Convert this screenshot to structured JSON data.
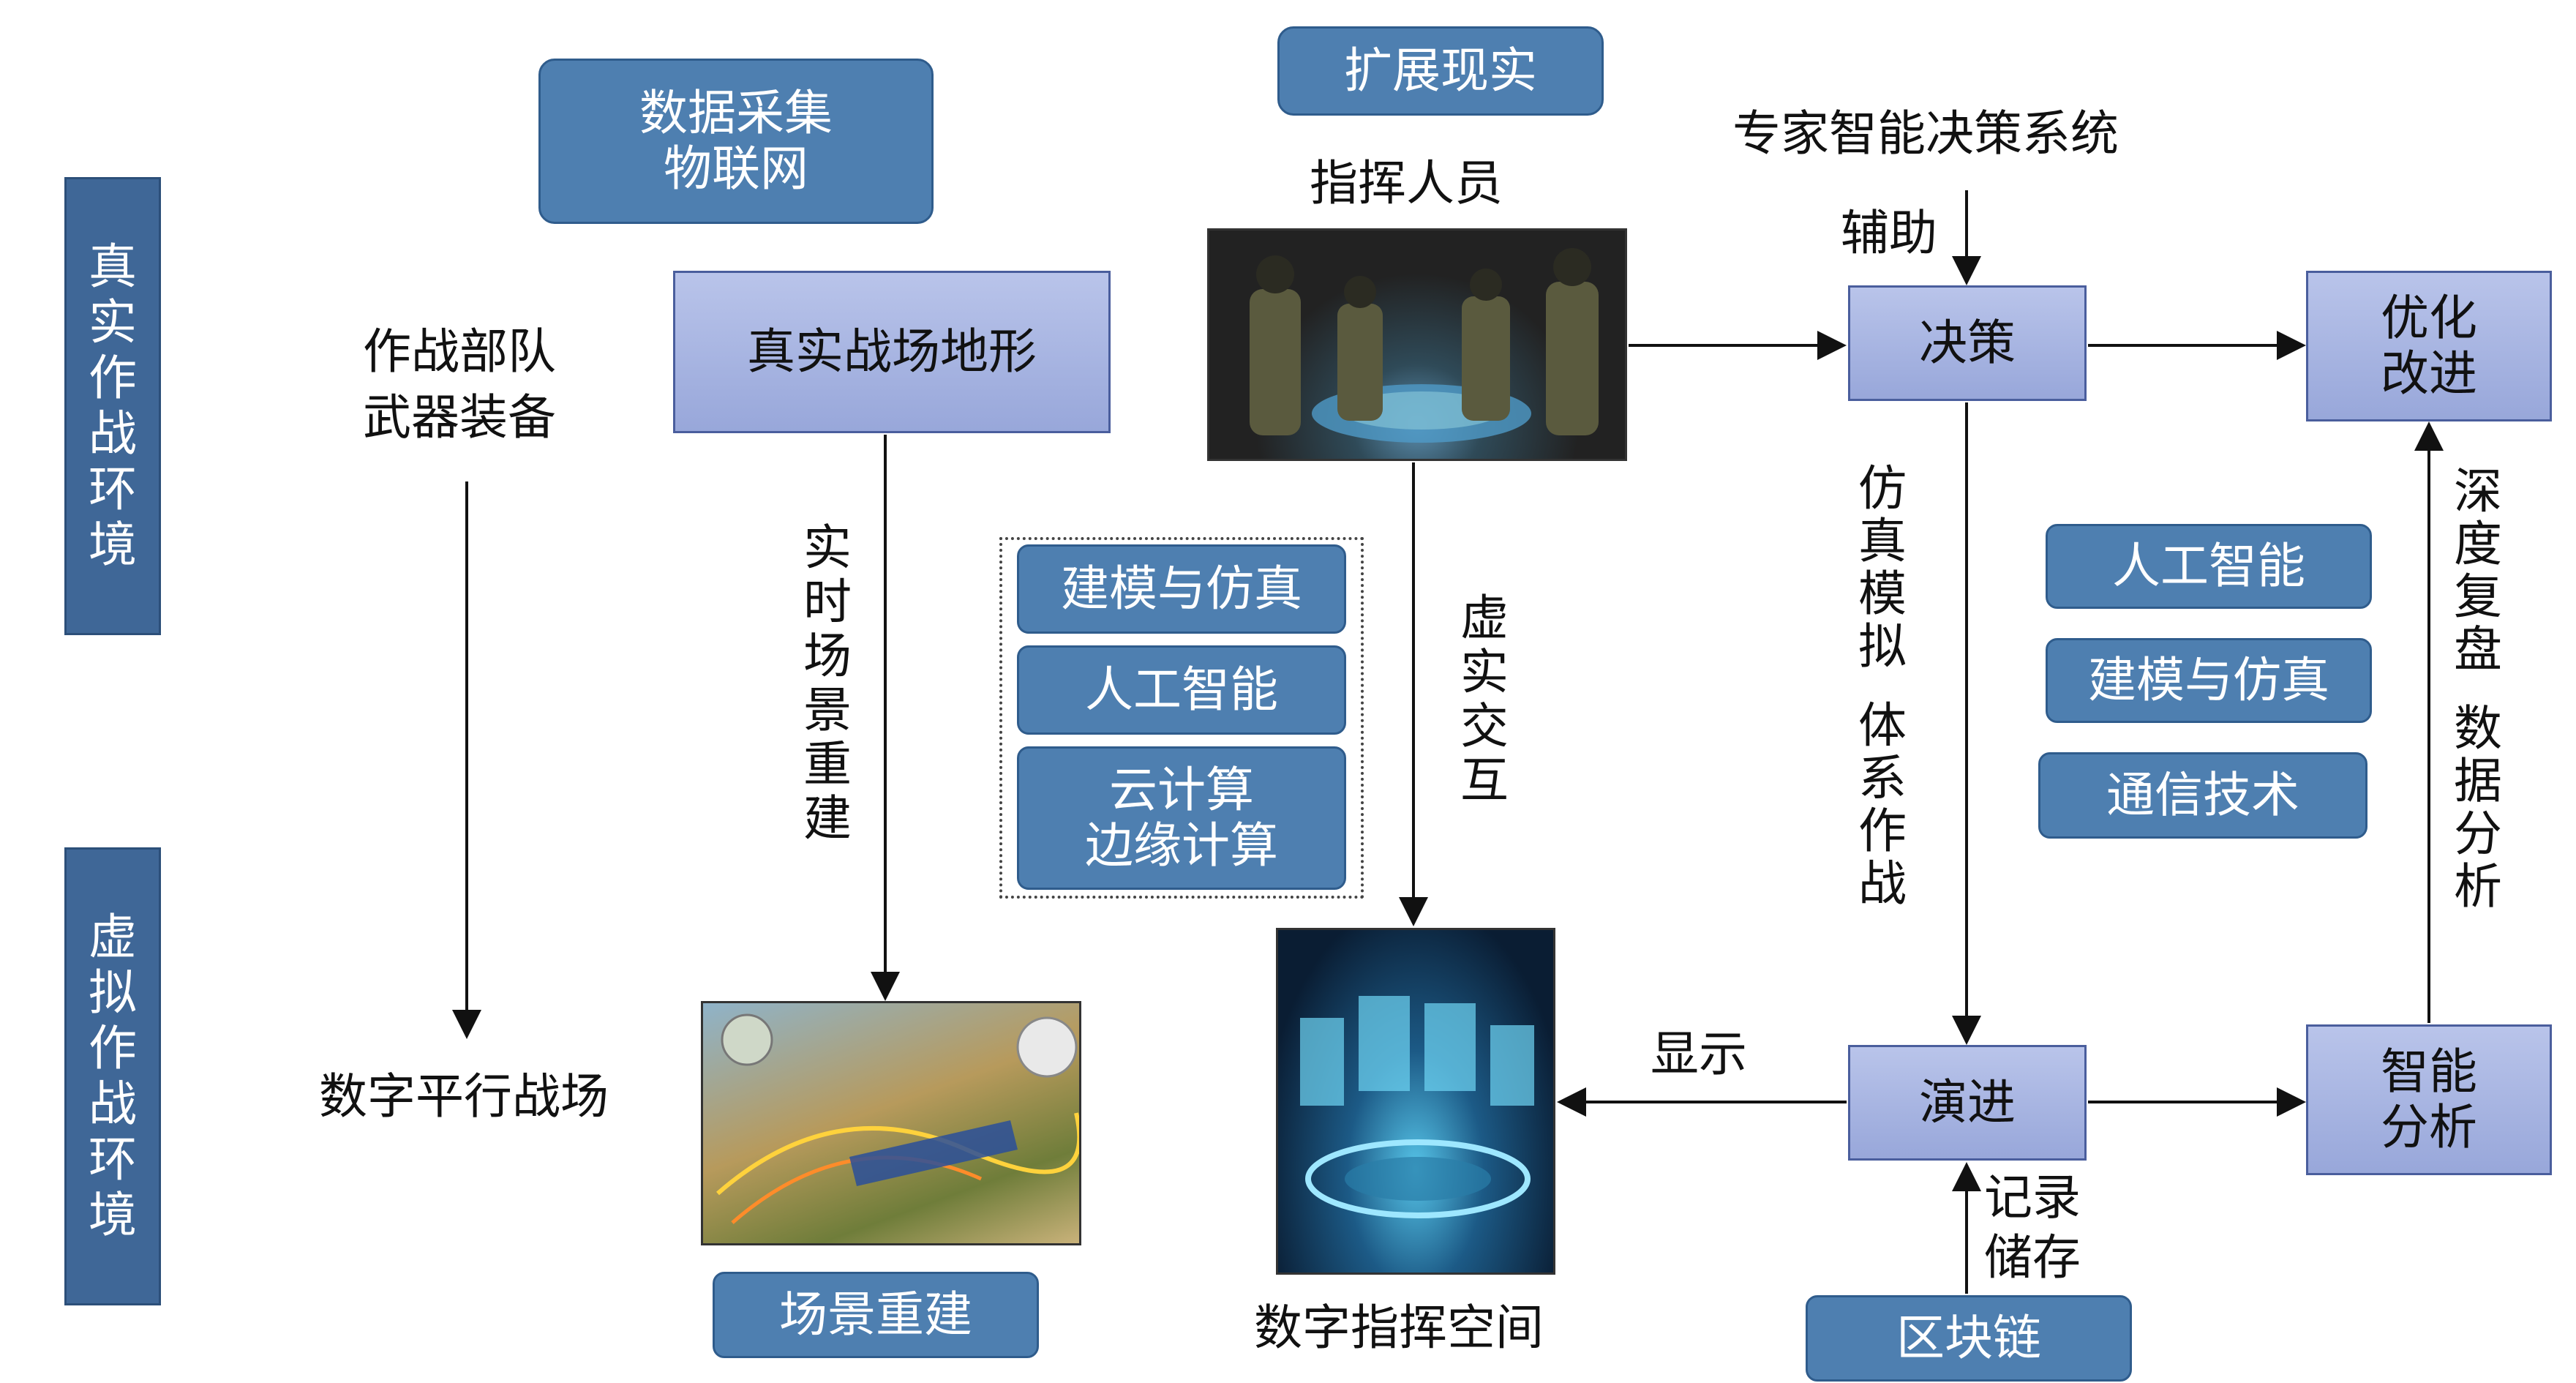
{
  "sidebars": {
    "real_env": [
      "真",
      "实",
      "作",
      "战",
      "环",
      "境"
    ],
    "virtual_env": [
      "虚",
      "拟",
      "作",
      "战",
      "环",
      "境"
    ]
  },
  "top": {
    "data_collection": [
      "数据采集",
      "物联网"
    ],
    "extended_reality": "扩展现实",
    "commanders": "指挥人员",
    "expert_system": "专家智能决策系统",
    "assist": "辅助"
  },
  "left": {
    "troops": [
      "作战部队",
      "武器装备"
    ],
    "digital_parallel_battlefield": "数字平行战场"
  },
  "boxes": {
    "real_terrain": "真实战场地形",
    "decision": "决策",
    "optimize": [
      "优化",
      "改进"
    ],
    "evolution": "演进",
    "intelligent_analysis": [
      "智能",
      "分析"
    ]
  },
  "vertical_labels": {
    "realtime_reconstruction": [
      "实",
      "时",
      "场",
      "景",
      "重",
      "建"
    ],
    "virtual_interaction": [
      "虚",
      "实",
      "交",
      "互"
    ],
    "simulation": [
      "仿",
      "真",
      "模",
      "拟",
      "",
      "体",
      "系",
      "作",
      "战"
    ],
    "deep_review": [
      "深",
      "度",
      "复",
      "盘",
      "",
      "数",
      "据",
      "分",
      "析"
    ]
  },
  "tech_group_center": {
    "items": [
      "建模与仿真",
      "人工智能"
    ],
    "cloud": [
      "云计算",
      "边缘计算"
    ]
  },
  "tech_group_right": [
    "人工智能",
    "建模与仿真",
    "通信技术"
  ],
  "bottom": {
    "scene_reconstruction": "场景重建",
    "digital_command_space": "数字指挥空间",
    "display": "显示",
    "record_store": [
      "记录",
      "储存"
    ],
    "blockchain": "区块链"
  },
  "colors": {
    "pill": "#4e7fb0",
    "sidebar": "#3f6797",
    "box": "#a9b6e2"
  }
}
